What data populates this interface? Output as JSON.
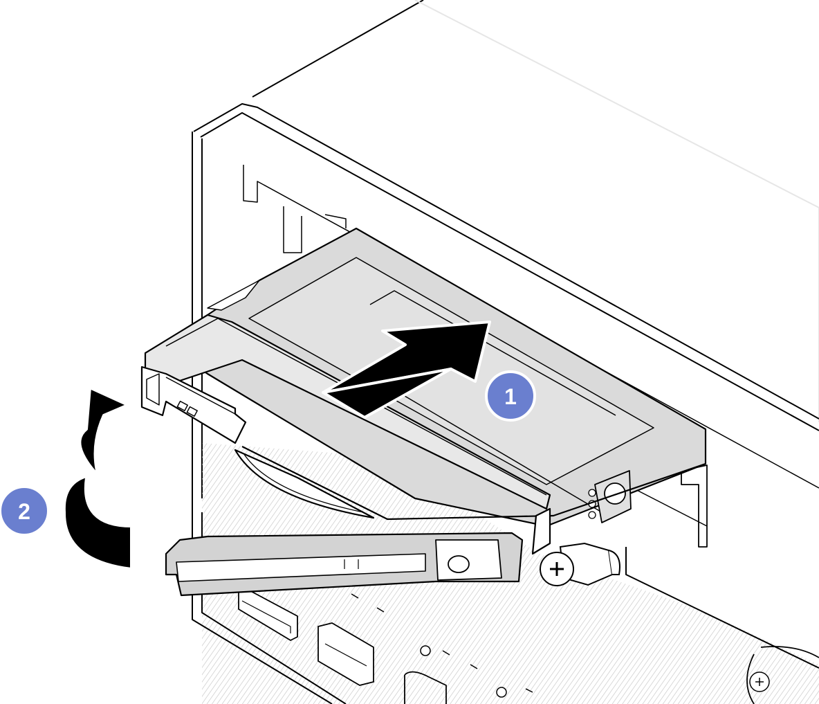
{
  "diagram": {
    "type": "hardware-installation-illustration",
    "component": "drive-in-carrier-with-release-handle",
    "colors": {
      "outline": "#000000",
      "drive_fill": "#d9d9d9",
      "chassis_fill": "#ffffff",
      "hatch": "#bdbdbd",
      "callout_fill": "#6a7fcf",
      "callout_ring": "#ffffff",
      "arrow": "#000000"
    },
    "steps": [
      {
        "number": "1",
        "action": "slide-drive-into-bay",
        "icon": "straight-arrow"
      },
      {
        "number": "2",
        "action": "rotate-handle-closed",
        "icon": "curved-arrow"
      }
    ]
  }
}
